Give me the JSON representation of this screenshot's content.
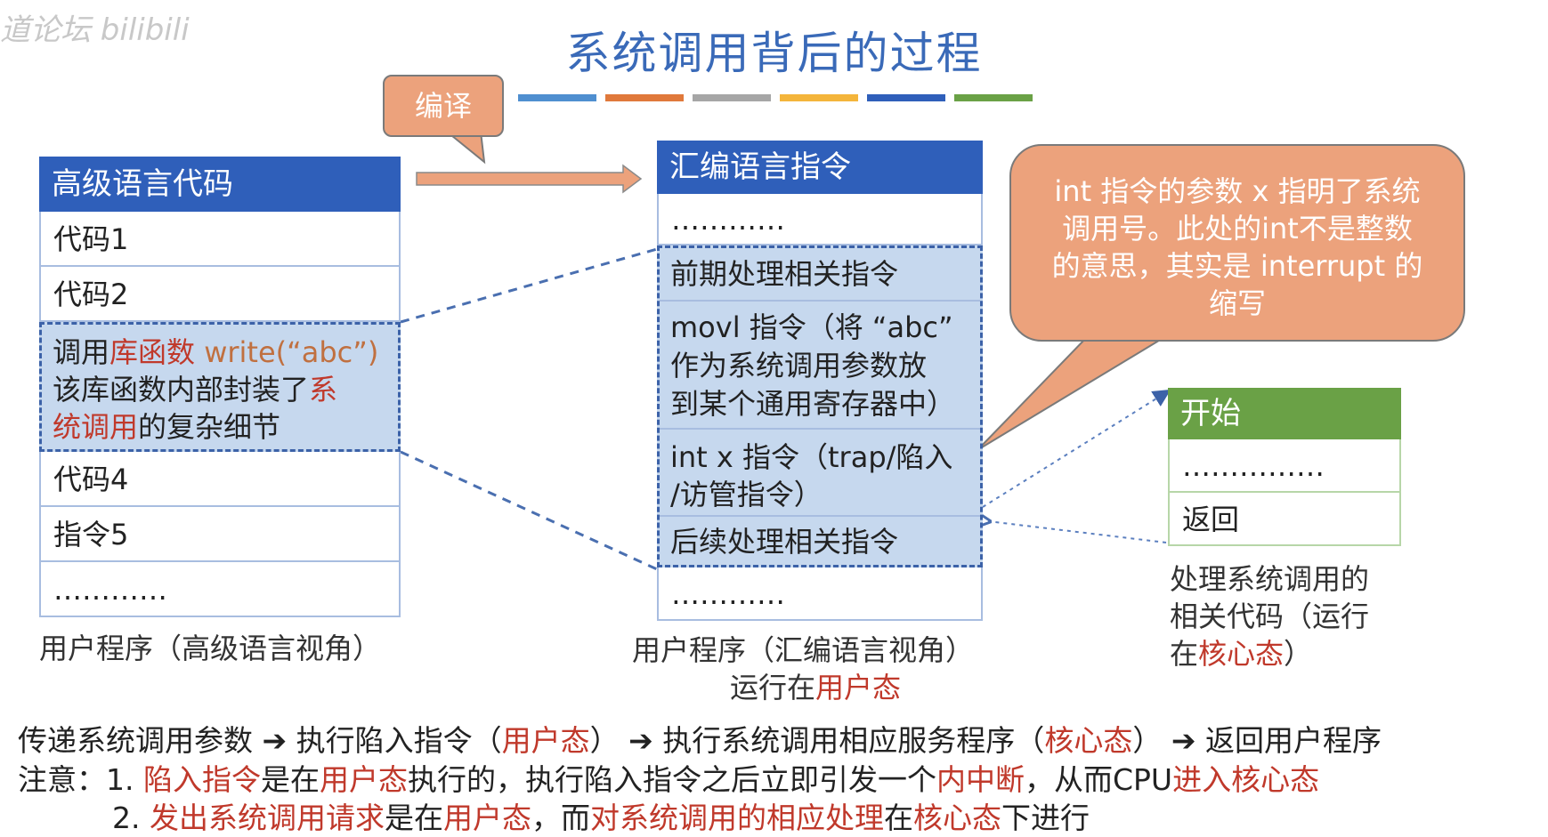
{
  "watermark": "道论坛 bilibili",
  "title": "系统调用背后的过程",
  "compile_label": "编译",
  "colors": {
    "title": "#3a6ab8",
    "header_blue": "#2f5fba",
    "highlight": "#c6d8ee",
    "callout": "#eca27c",
    "header_green": "#6aa146",
    "red_text": "#c0392b",
    "bars": [
      "#4f8fd0",
      "#e0793b",
      "#a6a6a6",
      "#f4b53b",
      "#2f5fba",
      "#6aa146"
    ]
  },
  "left_box": {
    "header": "高级语言代码",
    "rows": [
      "代码1",
      "代码2"
    ],
    "highlight": {
      "l1_a": "调用",
      "l1_b": "库函数",
      "l1_c": " write(“abc”)",
      "l2_a": "该库函数内部封装了",
      "l2_b": "系",
      "l3_a": "统调用",
      "l3_b": "的复杂细节"
    },
    "rows_after": [
      "代码4",
      "指令5",
      "…………"
    ],
    "caption": "用户程序（高级语言视角）"
  },
  "mid_box": {
    "header": "汇编语言指令",
    "top_dots": "…………",
    "pre": "前期处理相关指令",
    "movl": [
      "movl 指令（将 “abc”",
      "作为系统调用参数放",
      "到某个通用寄存器中）"
    ],
    "intx": [
      "int x 指令（trap/陷入",
      "/访管指令）"
    ],
    "post": "后续处理相关指令",
    "bottom_dots": "…………",
    "caption_1": "用户程序（汇编语言视角）",
    "caption_2a": "运行在",
    "caption_2b": "用户态"
  },
  "bubble_text": [
    "int 指令的参数 x 指明了系统",
    "调用号。此处的int不是整数",
    "的意思，其实是 interrupt 的",
    "缩写"
  ],
  "right_box": {
    "header": "开始",
    "dots": "……………",
    "return": "返回",
    "caption_1": "处理系统调用的",
    "caption_2": "相关代码（运行",
    "caption_3a": "在",
    "caption_3b": "核心态",
    "caption_3c": "）"
  },
  "flow": {
    "a": "传递系统调用参数 ",
    "arrow": "➔",
    "b": " 执行陷入指令（",
    "c": "用户态",
    "d": "） ",
    "e": " 执行系统调用相应服务程序（",
    "f": "核心态",
    "g": "） ",
    "h": " 返回用户程序"
  },
  "note1": {
    "a": "注意：1. ",
    "b": "陷入指令",
    "c": "是在",
    "d": "用户态",
    "e": "执行的，执行陷入指令之后立即引发一个",
    "f": "内中断",
    "g": "，从而CPU",
    "h": "进入核心态"
  },
  "note2": {
    "a": "2. ",
    "b": "发出系统调用请求",
    "c": "是在",
    "d": "用户态",
    "e": "，而",
    "f": "对系统调用的相应处理",
    "g": "在",
    "h": "核心态",
    "i": "下进行"
  }
}
